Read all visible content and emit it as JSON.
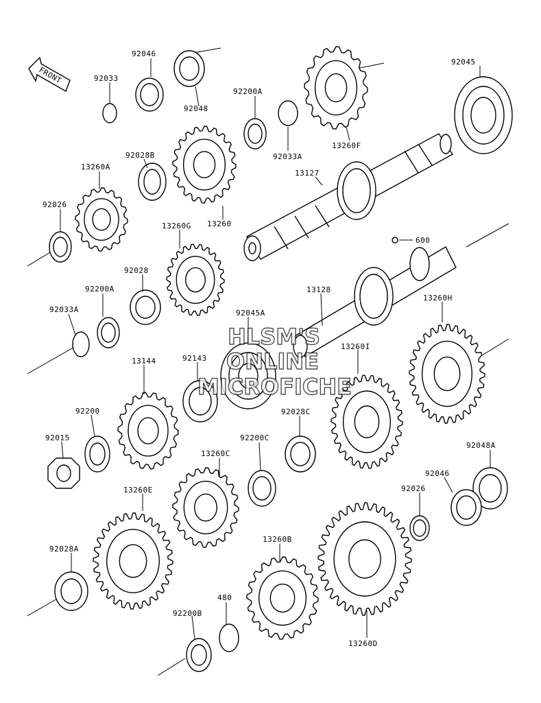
{
  "watermark": {
    "line1": "HLSM'S",
    "line2": "ONLINE",
    "line3": "MICROFICHE"
  },
  "front_tag": "FRONT",
  "parts": {
    "p92046_top": "92046",
    "p92033": "92033",
    "p92048": "92048",
    "p92200A_top": "92200A",
    "p92033A_top": "92033A",
    "p13260F": "13260F",
    "p92045": "92045",
    "p92028B": "92028B",
    "p13260A": "13260A",
    "p13260": "13260",
    "p13127": "13127",
    "p92026_left": "92026",
    "p13260G": "13260G",
    "p600": "600",
    "p92028": "92028",
    "p92200A_mid": "92200A",
    "p92033A_mid": "92033A",
    "p13128": "13128",
    "p13260H": "13260H",
    "p92045A": "92045A",
    "p13144": "13144",
    "p92143": "92143",
    "p13260I": "13260I",
    "p92200": "92200",
    "p92028C": "92028C",
    "p92015": "92015",
    "p92200C": "92200C",
    "p13260C": "13260C",
    "p92048A": "92048A",
    "p92046_right": "92046",
    "p92026_right": "92026",
    "p13260E": "13260E",
    "p92028A": "92028A",
    "p13260B": "13260B",
    "p480": "480",
    "p92200B": "92200B",
    "p13260D": "13260D"
  }
}
